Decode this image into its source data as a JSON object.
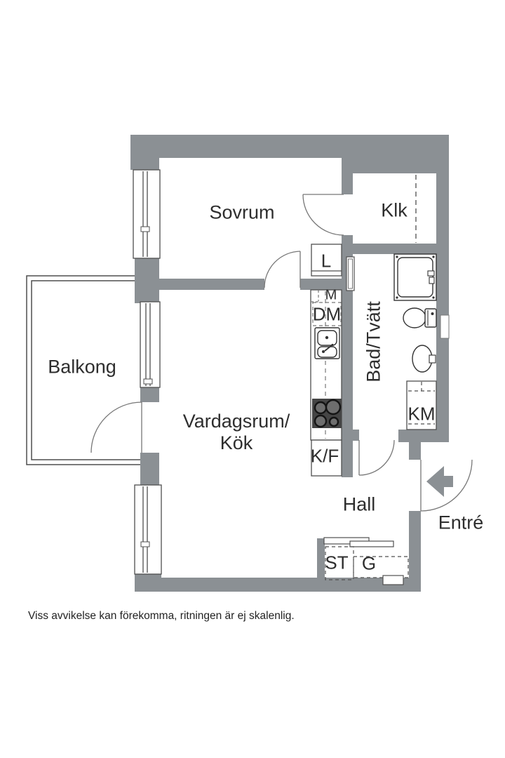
{
  "floorplan": {
    "rooms": {
      "bedroom": "Sovrum",
      "walk_in_closet": "Klk",
      "balcony": "Balkong",
      "living_room_kitchen": "Vardagsrum/\nKök",
      "bathroom": "Bad/Tvätt",
      "hall": "Hall",
      "entrance": "Entré"
    },
    "labels": {
      "linen_closet": "L",
      "microwave": "M",
      "dishwasher": "DM",
      "fridge_freezer": "K/F",
      "washing_machine": "KM",
      "cleaning_closet": "ST",
      "wardrobe": "G"
    },
    "disclaimer": "Viss avvikelse kan förekomma, ritningen är ej skalenlig.",
    "colors": {
      "wall": "#8B9094",
      "line": "#4F4F4F",
      "line_light": "#777777",
      "stove": "#454545",
      "text": "#2E2E2E",
      "bg": "#FFFFFF"
    }
  }
}
